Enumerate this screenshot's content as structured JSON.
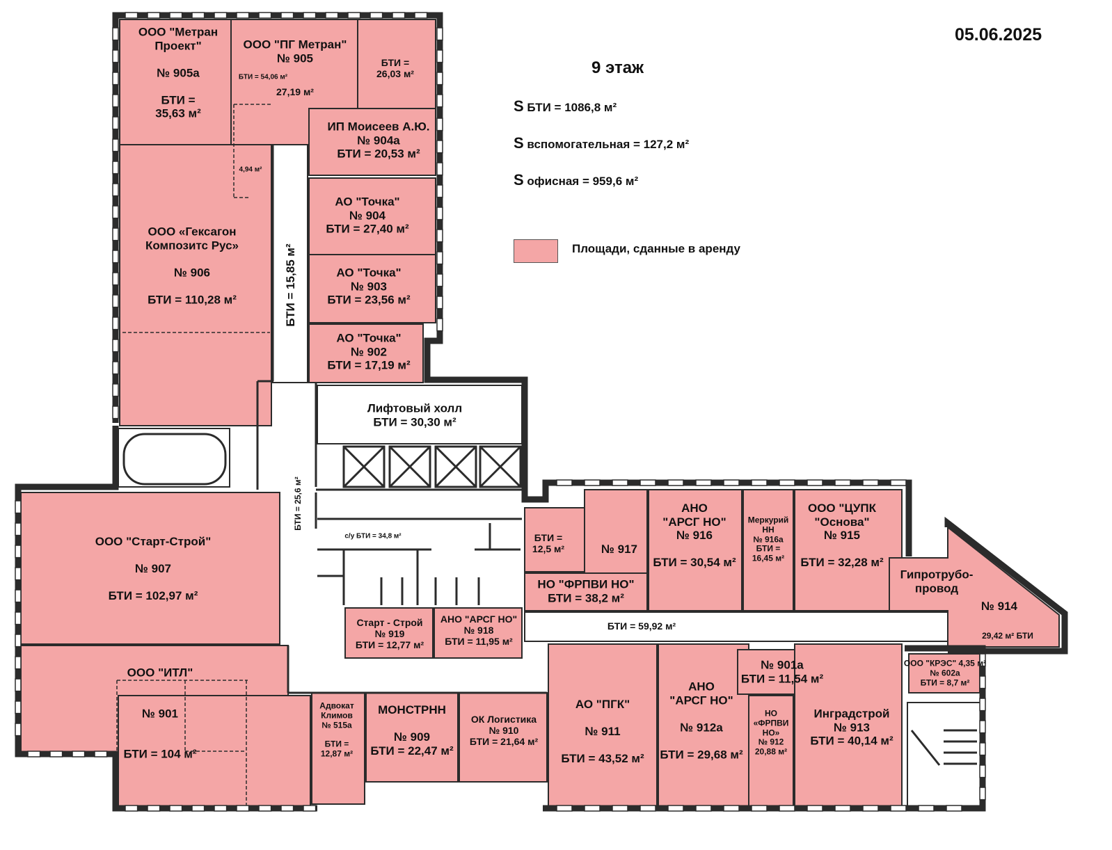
{
  "header": {
    "date": "05.06.2025",
    "floor": "9 этаж"
  },
  "summary": {
    "s_bti": "БТИ = 1086,8 м²",
    "s_aux": "вспомогательная = 127,2 м²",
    "s_office": "офисная = 959,6 м²",
    "s_letter": "S"
  },
  "legend": {
    "rented_label": "Площади, сданные в аренду",
    "rented_color": "#f4a6a6"
  },
  "rooms": [
    {
      "id": "905a",
      "lines": [
        "ООО \"Метран",
        "Проект\"",
        "",
        "№ 905а",
        "",
        "БТИ =",
        "35,63 м²"
      ]
    },
    {
      "id": "905",
      "lines": [
        "ООО \"ПГ Метран\"",
        "№ 905"
      ]
    },
    {
      "id": "905_bti",
      "lines": [
        "БТИ = 54,06 м²"
      ]
    },
    {
      "id": "905_sub",
      "lines": [
        "27,19 м²"
      ]
    },
    {
      "id": "905_right",
      "lines": [
        "БТИ =",
        "26,03 м²"
      ]
    },
    {
      "id": "905_small",
      "lines": [
        "4,94 м²"
      ]
    },
    {
      "id": "904a",
      "lines": [
        "ИП Моисеев А.Ю.",
        "№ 904а",
        "БТИ = 20,53 м²"
      ]
    },
    {
      "id": "904",
      "lines": [
        "АО \"Точка\"",
        "№ 904",
        "БТИ = 27,40 м²"
      ]
    },
    {
      "id": "903",
      "lines": [
        "АО \"Точка\"",
        "№ 903",
        "БТИ = 23,56 м²"
      ]
    },
    {
      "id": "902",
      "lines": [
        "АО \"Точка\"",
        "№ 902",
        "БТИ = 17,19 м²"
      ]
    },
    {
      "id": "906",
      "lines": [
        "ООО «Гексагон",
        "Композитс Рус»",
        "",
        "№ 906",
        "",
        "БТИ = 110,28 м²"
      ]
    },
    {
      "id": "lift",
      "lines": [
        "Лифтовый холл",
        "БТИ = 30,30 м²"
      ]
    },
    {
      "id": "907",
      "lines": [
        "ООО \"Старт-Строй\"",
        "",
        "№ 907",
        "",
        "БТИ = 102,97  м²"
      ]
    },
    {
      "id": "wc",
      "lines": [
        "с/у БТИ = 34,8 м²"
      ]
    },
    {
      "id": "919",
      "lines": [
        "Старт - Строй",
        "№ 919",
        "БТИ = 12,77 м²"
      ]
    },
    {
      "id": "918",
      "lines": [
        "АНО \"АРСГ НО\"",
        "№ 918",
        "БТИ = 11,95 м²"
      ]
    },
    {
      "id": "917a",
      "lines": [
        "БТИ =",
        "12,5 м²"
      ]
    },
    {
      "id": "917",
      "lines": [
        "№ 917"
      ]
    },
    {
      "id": "917b",
      "lines": [
        "НО \"ФРПВИ НО\"",
        "БТИ = 38,2 м²"
      ]
    },
    {
      "id": "916",
      "lines": [
        "АНО",
        "\"АРСГ НО\"",
        "№ 916",
        "",
        "БТИ = 30,54 м²"
      ]
    },
    {
      "id": "916a",
      "lines": [
        "Меркурий",
        "НН",
        "№ 916а",
        "БТИ =",
        "16,45 м²"
      ]
    },
    {
      "id": "915",
      "lines": [
        "ООО \"ЦУПК",
        "\"Основа\"",
        "№ 915",
        "",
        "БТИ = 32,28 м²"
      ]
    },
    {
      "id": "914a",
      "lines": [
        "Гипротрубо-",
        "провод"
      ]
    },
    {
      "id": "914",
      "lines": [
        "№ 914"
      ]
    },
    {
      "id": "914b",
      "lines": [
        "29,42 м²  БТИ"
      ]
    },
    {
      "id": "corridor",
      "lines": [
        "БТИ = 59,92 м²"
      ]
    },
    {
      "id": "901",
      "lines": [
        "ООО \"ИТЛ\"",
        "",
        "",
        "№ 901",
        "",
        "",
        "БТИ = 104 м²"
      ]
    },
    {
      "id": "515a",
      "lines": [
        "Адвокат",
        "Климов",
        "№ 515а",
        "",
        "БТИ =",
        "12,87 м²"
      ]
    },
    {
      "id": "909",
      "lines": [
        "МОНСТРНН",
        "",
        "№ 909",
        "БТИ = 22,47 м²"
      ]
    },
    {
      "id": "910",
      "lines": [
        "ОК Логистика",
        "№ 910",
        "БТИ = 21,64 м²"
      ]
    },
    {
      "id": "911",
      "lines": [
        "АО \"ПГК\"",
        "",
        "№ 911",
        "",
        "БТИ = 43,52 м²"
      ]
    },
    {
      "id": "912a",
      "lines": [
        "АНО",
        "\"АРСГ НО\"",
        "",
        "№ 912а",
        "",
        "БТИ = 29,68 м²"
      ]
    },
    {
      "id": "901a",
      "lines": [
        "№ 901а",
        "БТИ = 11,54 м²"
      ]
    },
    {
      "id": "912",
      "lines": [
        "НО",
        "«ФРПВИ",
        "НО»",
        "№ 912",
        "20,88 м²"
      ]
    },
    {
      "id": "913",
      "lines": [
        "Инградстрой",
        "№ 913",
        "БТИ = 40,14 м²"
      ]
    },
    {
      "id": "602a",
      "lines": [
        "ООО \"КРЭС\" 4,35 м²",
        "№ 602а",
        "БТИ = 8,7 м²"
      ]
    }
  ],
  "vertical_labels": {
    "corridor_top": "БТИ = 15,85 м²",
    "corridor_mid": "БТИ = 25,6 м²"
  }
}
